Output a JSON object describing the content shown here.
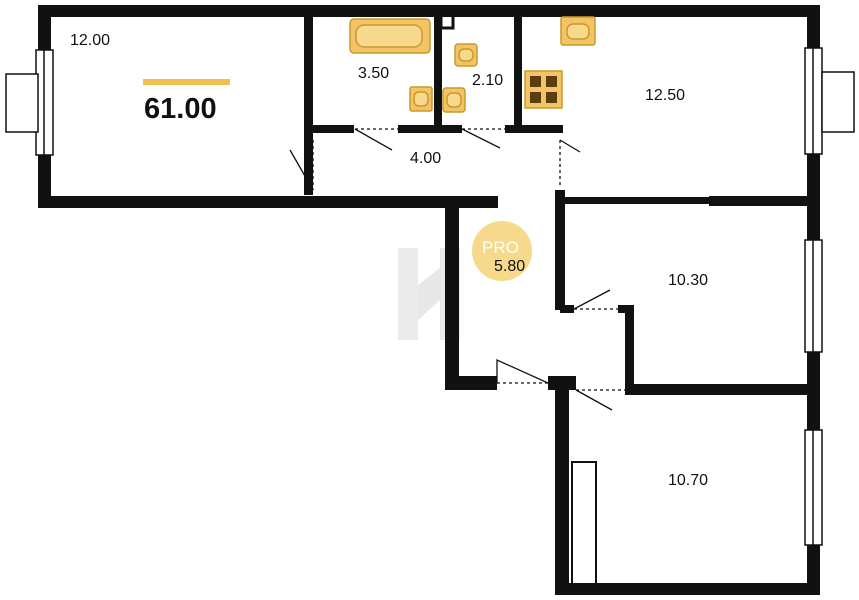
{
  "plan": {
    "total_area": "61.00",
    "rooms": [
      {
        "area": "12.00"
      },
      {
        "area": "3.50"
      },
      {
        "area": "2.10"
      },
      {
        "area": "12.50"
      },
      {
        "area": "4.00"
      },
      {
        "area": "5.80"
      },
      {
        "area": "10.30"
      },
      {
        "area": "10.70"
      }
    ]
  },
  "badge": {
    "label": "PRO"
  },
  "colors": {
    "wall": "#111111",
    "fixture": "#f2c464",
    "fixture_stroke": "#c99a2e",
    "accent": "#f0c050",
    "badge": "#f6d98a",
    "watermark": "#d8d8d8"
  }
}
